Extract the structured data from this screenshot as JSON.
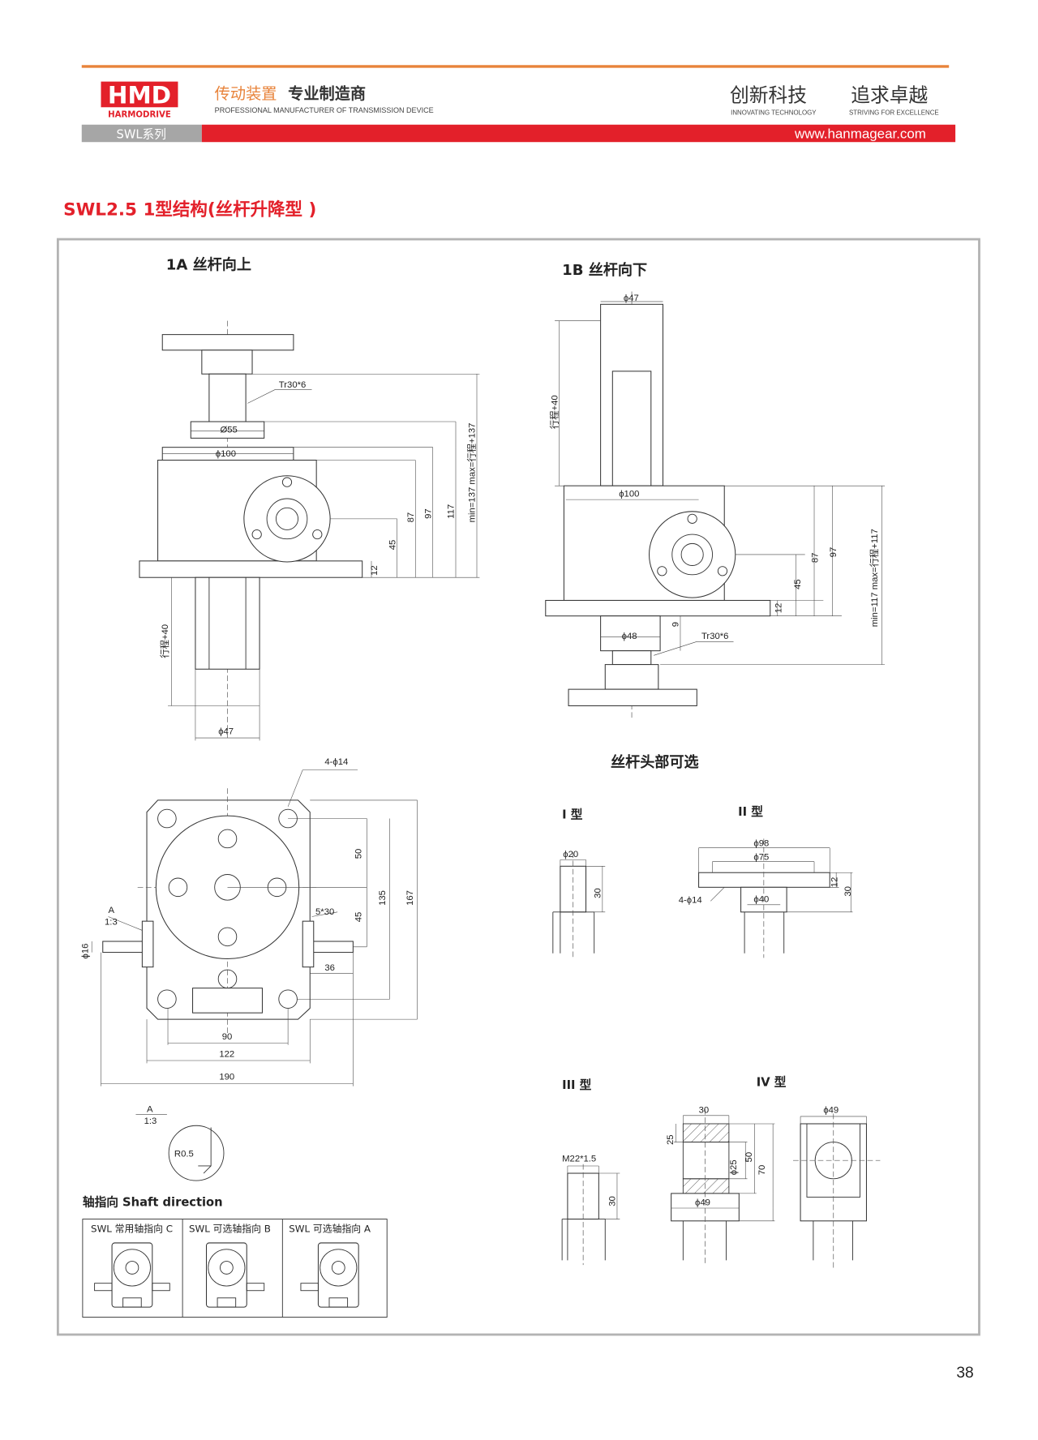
{
  "header": {
    "logo_mark": "HMD",
    "logo_name": "HARMODRIVE",
    "tagline_orange": "传动装置",
    "tagline_dark": "专业制造商",
    "tagline_en": "PROFESSIONAL MANUFACTURER OF TRANSMISSION DEVICE",
    "slogan1": "创新科技",
    "slogan1_en": "INNOVATING TECHNOLOGY",
    "slogan2": "追求卓越",
    "slogan2_en": "STRIVING FOR EXCELLENCE",
    "series": "SWL系列",
    "website": "www.hanmagear.com",
    "colors": {
      "orange": "#e8833a",
      "red": "#e3202a",
      "gray": "#a6a6a6"
    }
  },
  "title": "SWL2.5 1型结构(丝杆升降型 )",
  "view_1a": {
    "title": "1A 丝杆向上",
    "thread": "Tr30*6",
    "d55": "Ø55",
    "d100": "ϕ100",
    "h45": "45",
    "h87": "87",
    "h97": "97",
    "h117": "117",
    "minmax": "min=137 max=行程+137",
    "h12": "12",
    "stroke": "行程+40",
    "d47": "ϕ47"
  },
  "view_1b": {
    "title": "1B 丝杆向下",
    "d47": "ϕ47",
    "stroke": "行程+40",
    "d100": "ϕ100",
    "h87": "87",
    "h97": "97",
    "h45": "45",
    "h12": "12",
    "minmax": "min=117 max=行程+117",
    "d48": "ϕ48",
    "h9": "9",
    "thread": "Tr30*6"
  },
  "view_bottom": {
    "holes": "4-ϕ14",
    "h50": "50",
    "h135": "135",
    "h167": "167",
    "h45": "45",
    "key": "5*30",
    "a": "A",
    "scale": "1:3",
    "d16": "ϕ16",
    "w36": "36",
    "w90": "90",
    "w122": "122",
    "w190": "190"
  },
  "detail": {
    "a": "A",
    "scale": "1:3",
    "radius": "R0.5"
  },
  "options": {
    "title": "丝杆头部可选",
    "t1": {
      "label": "I 型",
      "d": "ϕ20",
      "h": "30"
    },
    "t2": {
      "label": "II 型",
      "d98": "ϕ98",
      "d75": "ϕ75",
      "h12": "12",
      "h30": "30",
      "holes": "4-ϕ14",
      "d40": "ϕ40"
    },
    "t3": {
      "label": "III 型",
      "thread": "M22*1.5",
      "h": "30"
    },
    "t4": {
      "label": "IV 型",
      "w30": "30",
      "h25": "25",
      "d25": "ϕ25",
      "h50": "50",
      "h70": "70",
      "d49a": "ϕ49",
      "d49b": "ϕ49"
    }
  },
  "shaft": {
    "title": "轴指向  Shaft direction",
    "cols": [
      "SWL 常用轴指向 C",
      "SWL 可选轴指向 B",
      "SWL 可选轴指向 A"
    ]
  },
  "page_number": "38"
}
